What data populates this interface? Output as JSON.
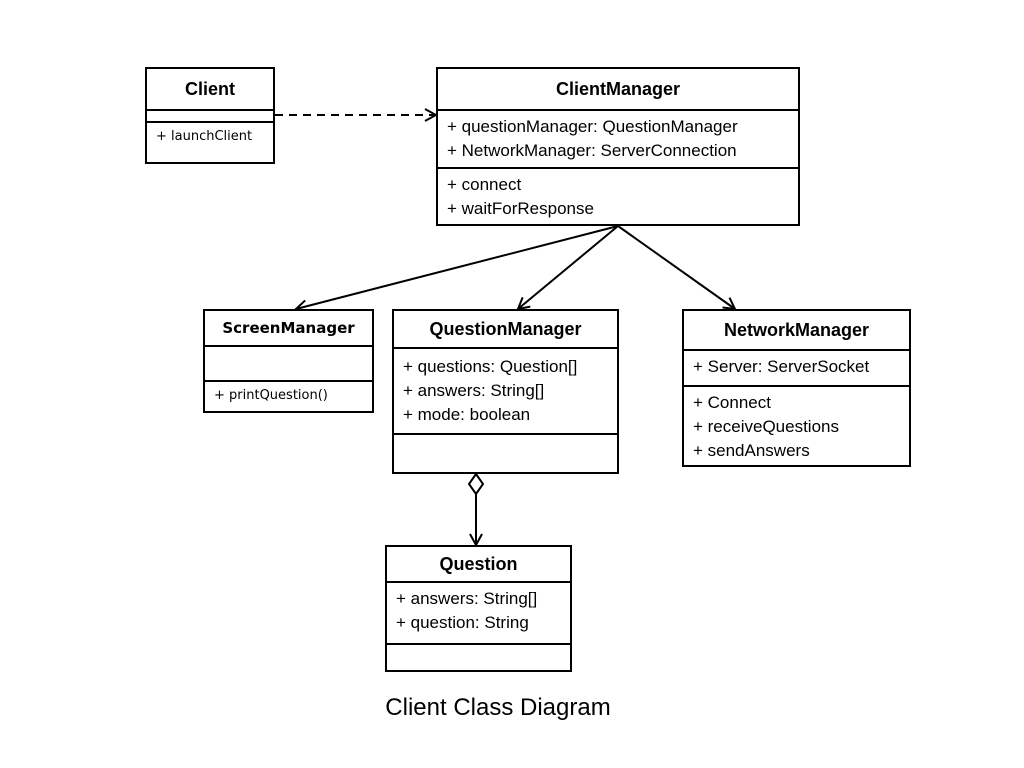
{
  "caption": "Client Class Diagram",
  "classes": {
    "client": {
      "name": "Client",
      "attributes": [],
      "methods": [
        "+ launchClient"
      ]
    },
    "client_manager": {
      "name": "ClientManager",
      "attributes": [
        "+ questionManager: QuestionManager",
        "+ NetworkManager: ServerConnection"
      ],
      "methods": [
        "+ connect",
        "+ waitForResponse"
      ]
    },
    "screen_manager": {
      "name": "ScreenManager",
      "attributes": [],
      "methods": [
        "+ printQuestion()"
      ]
    },
    "question_manager": {
      "name": "QuestionManager",
      "attributes": [
        "+ questions: Question[]",
        "+ answers: String[]",
        "+ mode: boolean"
      ],
      "methods": []
    },
    "network_manager": {
      "name": "NetworkManager",
      "attributes": [
        "+ Server: ServerSocket"
      ],
      "methods": [
        "+ Connect",
        "+ receiveQuestions",
        "+ sendAnswers"
      ]
    },
    "question": {
      "name": "Question",
      "attributes": [
        "+ answers: String[]",
        "+ question: String"
      ],
      "methods": []
    }
  }
}
